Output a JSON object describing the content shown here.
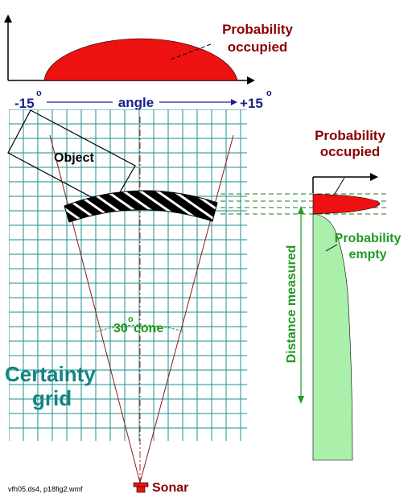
{
  "top_chart": {
    "label_line1": "Probability",
    "label_line2": "occupied",
    "left_angle": "-15",
    "right_angle": "+15",
    "degree_symbol": "o",
    "axis_label": "angle"
  },
  "grid": {
    "object_label": "Object",
    "cone_label_prefix": "30",
    "cone_label_degree": "o",
    "cone_label_suffix": " cone",
    "title_line1": "Certainty",
    "title_line2": "grid",
    "sonar_label": "Sonar",
    "footer_note": "vfh05.ds4, p18fig2.wmf"
  },
  "side_chart": {
    "occupied_line1": "Probability",
    "occupied_line2": "occupied",
    "empty_line1": "Probability",
    "empty_line2": "empty",
    "distance_label": "Distance measured"
  },
  "colors": {
    "red_fill": "#ee1111",
    "green_fill": "#aaf0aa",
    "grid_line": "#1b8f8f",
    "label_red": "#8b0000",
    "label_green": "#1f9b1f",
    "label_blue": "#1a1f8c",
    "title_teal": "#138383"
  }
}
